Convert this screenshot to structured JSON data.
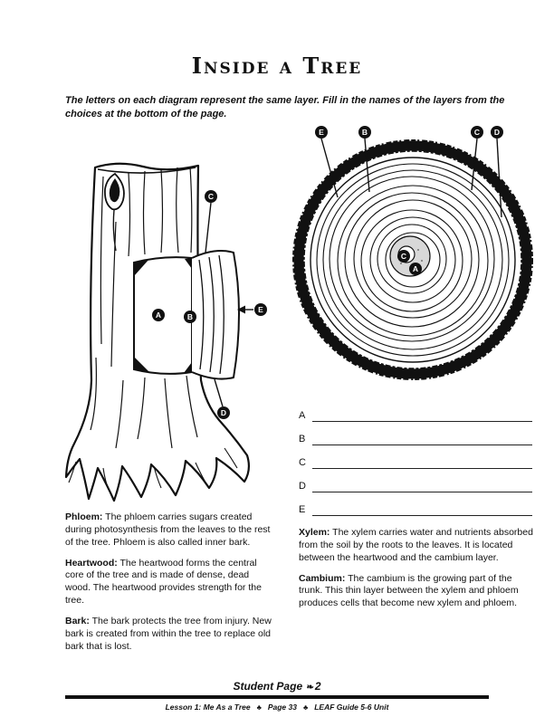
{
  "page": {
    "title": "Inside a Tree",
    "instructions": "The letters on each diagram represent the same layer. Fill in the names of the layers from the choices at the bottom of the page."
  },
  "labels": {
    "a": "A",
    "b": "B",
    "c": "C",
    "d": "D",
    "e": "E"
  },
  "answer_letters": [
    "A",
    "B",
    "C",
    "D",
    "E"
  ],
  "definitions": {
    "left": [
      {
        "term": "Phloem:",
        "text": "The phloem carries sugars created during photosynthesis from the leaves to the rest of the tree. Phloem is also called inner bark."
      },
      {
        "term": "Heartwood:",
        "text": "The heartwood forms the central core of the tree and is made of dense, dead wood. The heartwood provides strength for the tree."
      },
      {
        "term": "Bark:",
        "text": "The bark protects the tree from injury. New bark is created from within the tree to replace old bark that is lost."
      }
    ],
    "right": [
      {
        "term": "Xylem:",
        "text": "The xylem carries water and nutrients absorbed from the soil by the roots to the leaves. It is located between the heartwood and the cambium layer."
      },
      {
        "term": "Cambium:",
        "text": "The cambium is the growing part of the trunk. This thin layer between the xylem and phloem produces cells that become new xylem and phloem."
      }
    ]
  },
  "footer": {
    "student_page_label": "Student Page",
    "student_page_number": "2",
    "lesson": "Lesson 1: Me As a Tree",
    "page_ref": "Page 33",
    "guide": "LEAF Guide 5-6 Unit"
  },
  "icons": {
    "leaf": "❧",
    "separator": "♣"
  },
  "colors": {
    "ink": "#111111",
    "heartwood_fill": "#d8d8d8"
  }
}
